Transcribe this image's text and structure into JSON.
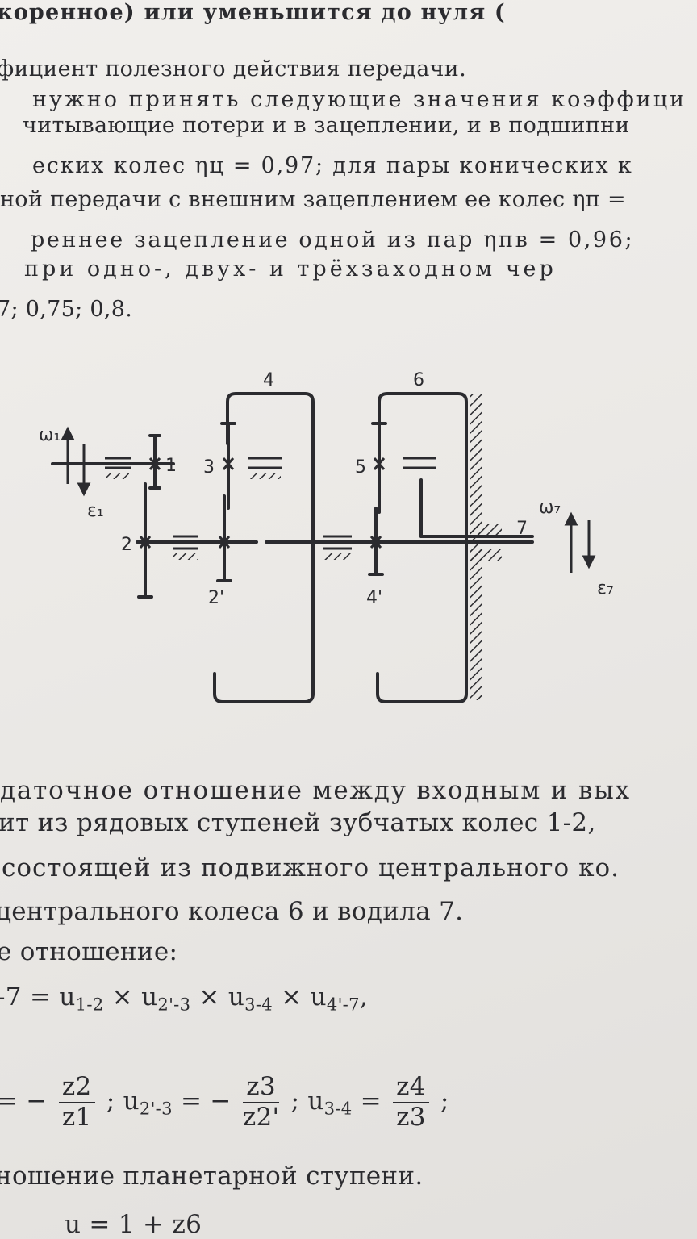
{
  "text_top": {
    "l1": "коренное) или уменьшится до нуля (",
    "l2": "фициент полезного действия передачи.",
    "l3": "нужно принять следующие значения коэффици",
    "l4": "читывающие потери и в зацеплении, и в подшипни",
    "l5": "еских колес ηц = 0,97; для пары конических к",
    "l6": "ной передачи с внешним зацеплением ее колес ηп =",
    "l7": "реннее зацепление одной из пар ηпв = 0,96;",
    "l8": "при одно-, двух- и трёхзаходном чер",
    "l9": "7; 0,75; 0,8."
  },
  "diagram": {
    "labels": {
      "g1": "1",
      "g2": "2",
      "g2p": "2'",
      "g3": "3",
      "g4": "4",
      "g4p": "4'",
      "g5": "5",
      "g6": "6",
      "g7": "7"
    },
    "omega_in": "ω₁",
    "eps_in": "ε₁",
    "omega_out": "ω₇",
    "eps_out": "ε₇"
  },
  "text_bottom": {
    "l1": "даточное отношение между входным и вых",
    "l2": "ит из рядовых ступеней зубчатых колес 1-2,",
    "l3": "состоящей из подвижного центрального ко.",
    "l4": "центрального колеса 6 и водила 7.",
    "l5": "е отношение:",
    "formula1": {
      "start": "-7 = u",
      "u12": "1-2",
      "times": " × ",
      "u": "u",
      "u23": "2'-3",
      "u34": "3-4",
      "u47": "4'-7",
      "end": ","
    },
    "formula2": {
      "start": "= −",
      "f1n": "z2",
      "f1d": "z1",
      "mid1": "; u",
      "s1": "2'-3",
      "eq": " = −",
      "f2n": "z3",
      "f2d": "z2'",
      "mid2": "; u",
      "s2": "3-4",
      "eq2": " = ",
      "f3n": "z4",
      "f3d": "z3",
      "end": ";"
    },
    "l8": "ношение планетарной ступени.",
    "l9": "u   = 1 + z6"
  }
}
